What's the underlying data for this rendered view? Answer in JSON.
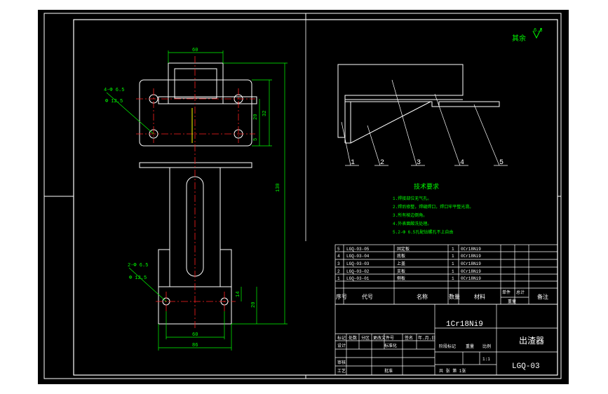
{
  "colors": {
    "background": "#000000",
    "frame": "#ffffff",
    "outline": "#ffffff",
    "dimension": "#00ff00",
    "centerline": "#ff2020",
    "hidden": "#ffff00"
  },
  "corner_note": "其余",
  "surface_finish": "6.3",
  "dims_front": {
    "top_width": "60",
    "mid_height_1": "20",
    "mid_height_2": "32",
    "side_small": "5",
    "total_height": "130",
    "hole_note_top_a": "4-Ф 6.5",
    "hole_note_top_b": "Ф 12.5",
    "hole_note_bottom_a": "2-Ф 6.5",
    "hole_note_bottom_b": "Ф 12.5",
    "bottom_small": "14",
    "bottom_side": "20",
    "bottom_width_inner": "60",
    "bottom_width_outer": "86"
  },
  "part_callouts": [
    "1",
    "2",
    "3",
    "4",
    "5"
  ],
  "tech_requirements": {
    "title": "技术要求",
    "lines": [
      "1.焊接部位无气孔。",
      "2.焊后修整，焊缝焊口，焊口牢平整光滑。",
      "3.所有棱边倒角。",
      "4.外表面酸洗处理。",
      "5.2-Ф 6.5孔配钻螺孔不上自由"
    ]
  },
  "bom": {
    "rows": [
      {
        "no": "5",
        "code": "LGQ-03-05",
        "name": "固定板",
        "qty": "1",
        "material": "0Cr18Ni9"
      },
      {
        "no": "4",
        "code": "LGQ-03-04",
        "name": "底板",
        "qty": "1",
        "material": "0Cr18Ni9"
      },
      {
        "no": "3",
        "code": "LGQ-03-03",
        "name": "上盖",
        "qty": "1",
        "material": "0Cr18Ni9"
      },
      {
        "no": "2",
        "code": "LGQ-03-02",
        "name": "支板",
        "qty": "1",
        "material": "0Cr18Ni9"
      },
      {
        "no": "1",
        "code": "LGQ-03-01",
        "name": "侧板",
        "qty": "1",
        "material": "0Cr18Ni9"
      }
    ],
    "headers": {
      "no": "序号",
      "code": "代号",
      "name": "名称",
      "qty": "数量",
      "material": "材料",
      "single": "单件",
      "total": "总计",
      "weight": "重量",
      "remark": "备注"
    }
  },
  "title_block": {
    "material": "1Cr18Ni9",
    "part_name": "出渣器",
    "drawing_no": "LGQ-03",
    "labels": [
      "标记",
      "处数",
      "分区",
      "更改文件号",
      "签名",
      "年.月.日"
    ],
    "design": "设计",
    "standard": "标准化",
    "review": "审核",
    "process": "工艺",
    "approve": "批准",
    "stage": "阶段标记",
    "weight": "重量",
    "scale": "比例",
    "scale_value": "1:1",
    "sheets": "共  张  第 1张"
  }
}
